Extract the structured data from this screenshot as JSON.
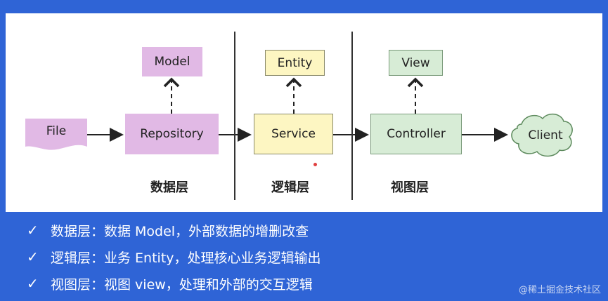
{
  "diagram": {
    "nodes": {
      "file": "File",
      "model": "Model",
      "repository": "Repository",
      "entity": "Entity",
      "service": "Service",
      "view": "View",
      "controller": "Controller",
      "client": "Client"
    },
    "layers": {
      "data": "数据层",
      "logic": "逻辑层",
      "view": "视图层"
    }
  },
  "bullets": [
    "数据层：数据 Model，外部数据的增删改查",
    "逻辑层：业务 Entity，处理核心业务逻辑输出",
    "视图层：视图 view，处理和外部的交互逻辑"
  ],
  "check_glyph": "✓",
  "watermark": "@稀土掘金技术社区",
  "colors": {
    "background": "#2f64d6",
    "data_layer": "#e1b9e5",
    "logic_layer": "#fdf6c2",
    "view_layer": "#d7ecd6"
  }
}
